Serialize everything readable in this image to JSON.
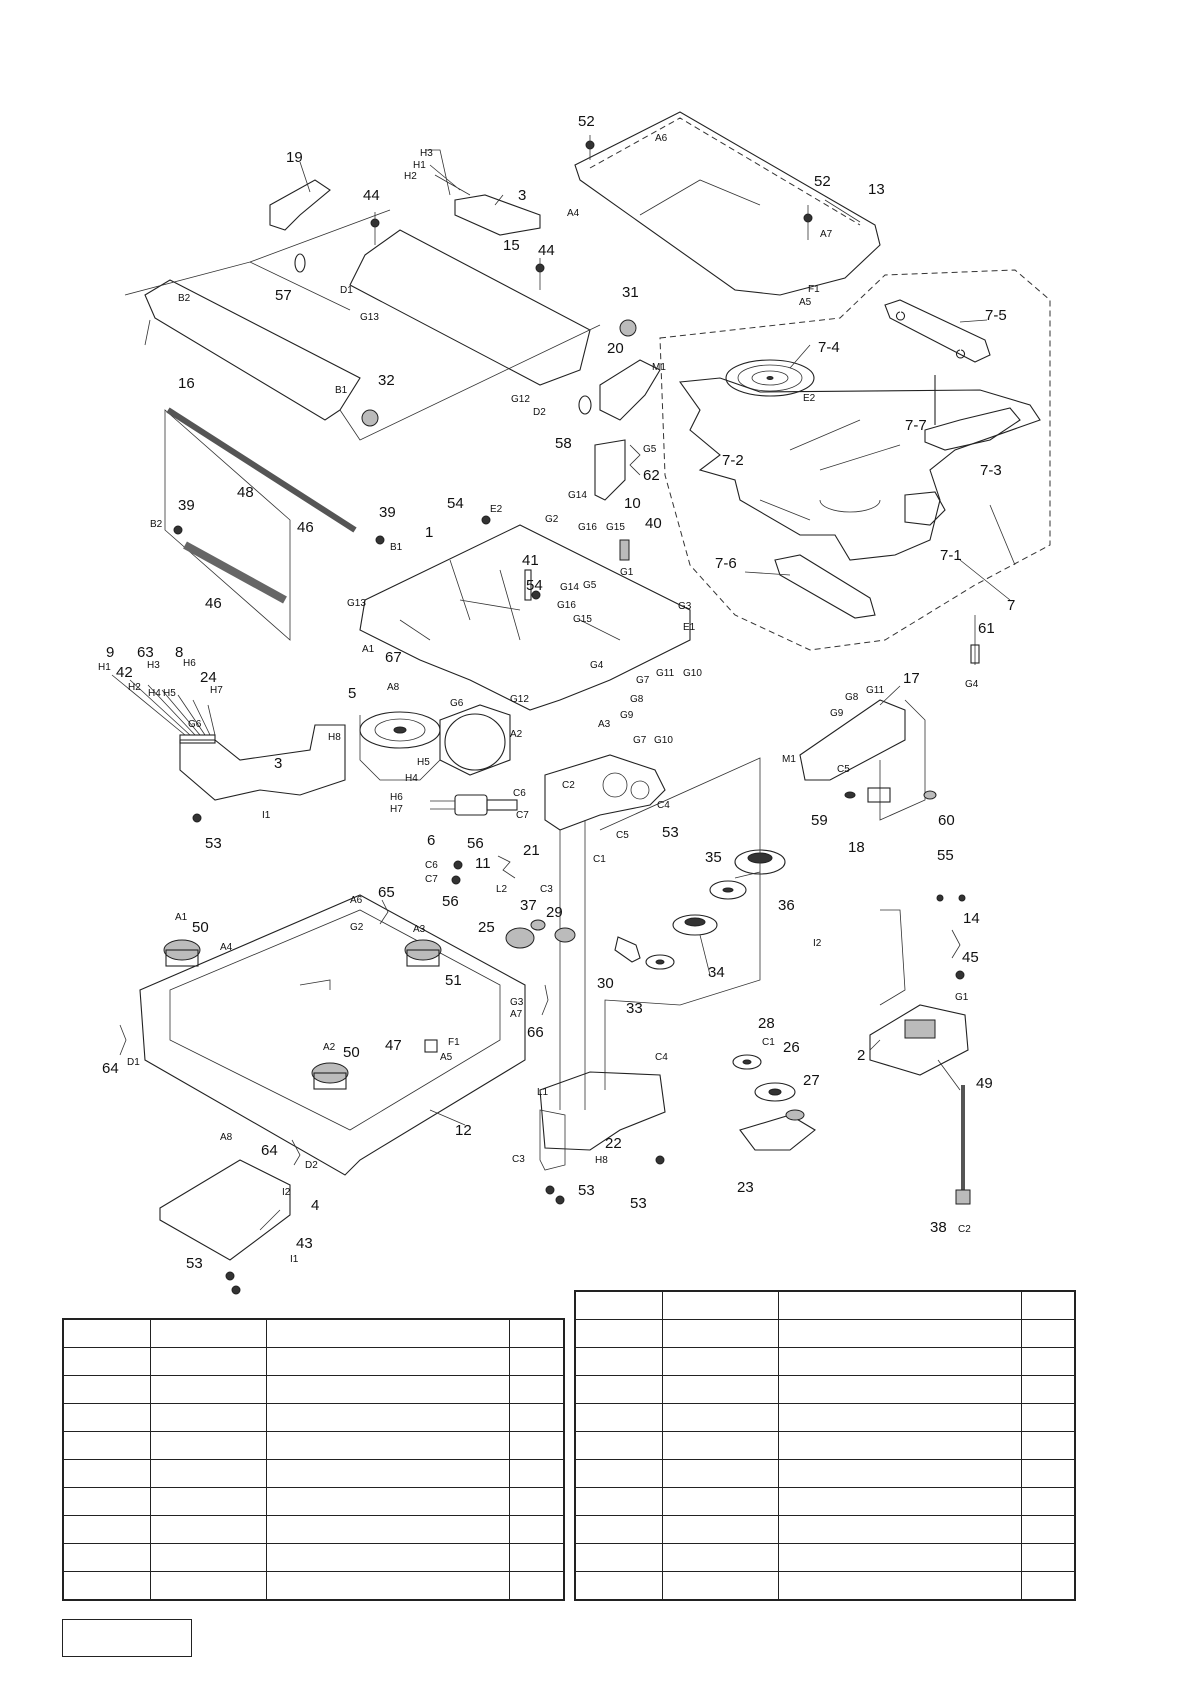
{
  "callouts": [
    {
      "id": "c19",
      "text": "19"
    },
    {
      "id": "c3a",
      "text": "3"
    },
    {
      "id": "c44a",
      "text": "44"
    },
    {
      "id": "c44b",
      "text": "44"
    },
    {
      "id": "c15",
      "text": "15"
    },
    {
      "id": "c57",
      "text": "57"
    },
    {
      "id": "c31",
      "text": "31"
    },
    {
      "id": "c16",
      "text": "16"
    },
    {
      "id": "c32",
      "text": "32"
    },
    {
      "id": "c20",
      "text": "20"
    },
    {
      "id": "c58",
      "text": "58"
    },
    {
      "id": "c48",
      "text": "48"
    },
    {
      "id": "c46a",
      "text": "46"
    },
    {
      "id": "c46b",
      "text": "46"
    },
    {
      "id": "c39a",
      "text": "39"
    },
    {
      "id": "c39b",
      "text": "39"
    },
    {
      "id": "c52a",
      "text": "52"
    },
    {
      "id": "c52b",
      "text": "52"
    },
    {
      "id": "c13",
      "text": "13"
    },
    {
      "id": "c7_5",
      "text": "7-5"
    },
    {
      "id": "c7_4",
      "text": "7-4"
    },
    {
      "id": "c7_7",
      "text": "7-7"
    },
    {
      "id": "c7_2",
      "text": "7-2"
    },
    {
      "id": "c7_3",
      "text": "7-3"
    },
    {
      "id": "c7_1",
      "text": "7-1"
    },
    {
      "id": "c7_6",
      "text": "7-6"
    },
    {
      "id": "c7",
      "text": "7"
    },
    {
      "id": "c61",
      "text": "61"
    },
    {
      "id": "c62",
      "text": "62"
    },
    {
      "id": "c10",
      "text": "10"
    },
    {
      "id": "c40",
      "text": "40"
    },
    {
      "id": "c54a",
      "text": "54"
    },
    {
      "id": "c54b",
      "text": "54"
    },
    {
      "id": "c1",
      "text": "1"
    },
    {
      "id": "c41",
      "text": "41"
    },
    {
      "id": "c67",
      "text": "67"
    },
    {
      "id": "c5",
      "text": "5"
    },
    {
      "id": "c9",
      "text": "9"
    },
    {
      "id": "c42",
      "text": "42"
    },
    {
      "id": "c63",
      "text": "63"
    },
    {
      "id": "c8",
      "text": "8"
    },
    {
      "id": "c24",
      "text": "24"
    },
    {
      "id": "c3b",
      "text": "3"
    },
    {
      "id": "c53a",
      "text": "53"
    },
    {
      "id": "c6",
      "text": "6"
    },
    {
      "id": "c21",
      "text": "21"
    },
    {
      "id": "c11",
      "text": "11"
    },
    {
      "id": "c56a",
      "text": "56"
    },
    {
      "id": "c56b",
      "text": "56"
    },
    {
      "id": "c53b",
      "text": "53"
    },
    {
      "id": "c17",
      "text": "17"
    },
    {
      "id": "c59",
      "text": "59"
    },
    {
      "id": "c18",
      "text": "18"
    },
    {
      "id": "c60",
      "text": "60"
    },
    {
      "id": "c35",
      "text": "35"
    },
    {
      "id": "c36",
      "text": "36"
    },
    {
      "id": "c37",
      "text": "37"
    },
    {
      "id": "c29",
      "text": "29"
    },
    {
      "id": "c25",
      "text": "25"
    },
    {
      "id": "c30",
      "text": "30"
    },
    {
      "id": "c33",
      "text": "33"
    },
    {
      "id": "c34",
      "text": "34"
    },
    {
      "id": "c55",
      "text": "55"
    },
    {
      "id": "c14",
      "text": "14"
    },
    {
      "id": "c45",
      "text": "45"
    },
    {
      "id": "c65",
      "text": "65"
    },
    {
      "id": "c50a",
      "text": "50"
    },
    {
      "id": "c51",
      "text": "51"
    },
    {
      "id": "c66",
      "text": "66"
    },
    {
      "id": "c47",
      "text": "47"
    },
    {
      "id": "c50b",
      "text": "50"
    },
    {
      "id": "c64a",
      "text": "64"
    },
    {
      "id": "c64b",
      "text": "64"
    },
    {
      "id": "c12",
      "text": "12"
    },
    {
      "id": "c4",
      "text": "4"
    },
    {
      "id": "c43",
      "text": "43"
    },
    {
      "id": "c53c",
      "text": "53"
    },
    {
      "id": "c28",
      "text": "28"
    },
    {
      "id": "c26",
      "text": "26"
    },
    {
      "id": "c27",
      "text": "27"
    },
    {
      "id": "c2",
      "text": "2"
    },
    {
      "id": "c49",
      "text": "49"
    },
    {
      "id": "c23",
      "text": "23"
    },
    {
      "id": "c22",
      "text": "22"
    },
    {
      "id": "c53d",
      "text": "53"
    },
    {
      "id": "c53e",
      "text": "53"
    },
    {
      "id": "c38",
      "text": "38"
    }
  ],
  "refs": [
    {
      "id": "rH3a",
      "text": "H3"
    },
    {
      "id": "rH1a",
      "text": "H1"
    },
    {
      "id": "rH2a",
      "text": "H2"
    },
    {
      "id": "rB2a",
      "text": "B2"
    },
    {
      "id": "rD1a",
      "text": "D1"
    },
    {
      "id": "rG13a",
      "text": "G13"
    },
    {
      "id": "rB1a",
      "text": "B1"
    },
    {
      "id": "rG12a",
      "text": "G12"
    },
    {
      "id": "rD2a",
      "text": "D2"
    },
    {
      "id": "rM1a",
      "text": "M1"
    },
    {
      "id": "rA6a",
      "text": "A6"
    },
    {
      "id": "rA4a",
      "text": "A4"
    },
    {
      "id": "rA7a",
      "text": "A7"
    },
    {
      "id": "rF1a",
      "text": "F1"
    },
    {
      "id": "rA5a",
      "text": "A5"
    },
    {
      "id": "rE2a",
      "text": "E2"
    },
    {
      "id": "rB2b",
      "text": "B2"
    },
    {
      "id": "rB1b",
      "text": "B1"
    },
    {
      "id": "rG5a",
      "text": "G5"
    },
    {
      "id": "rG14a",
      "text": "G14"
    },
    {
      "id": "rG16a",
      "text": "G16"
    },
    {
      "id": "rG15a",
      "text": "G15"
    },
    {
      "id": "rE2b",
      "text": "E2"
    },
    {
      "id": "rG2a",
      "text": "G2"
    },
    {
      "id": "rG1a",
      "text": "G1"
    },
    {
      "id": "rG14b",
      "text": "G14"
    },
    {
      "id": "rG5b",
      "text": "G5"
    },
    {
      "id": "rG16b",
      "text": "G16"
    },
    {
      "id": "rG15b",
      "text": "G15"
    },
    {
      "id": "rG13b",
      "text": "G13"
    },
    {
      "id": "rG3a",
      "text": "G3"
    },
    {
      "id": "rE1a",
      "text": "E1"
    },
    {
      "id": "rA1a",
      "text": "A1"
    },
    {
      "id": "rG4a",
      "text": "G4"
    },
    {
      "id": "rG7a",
      "text": "G7"
    },
    {
      "id": "rG11a",
      "text": "G11"
    },
    {
      "id": "rG10a",
      "text": "G10"
    },
    {
      "id": "rG8a",
      "text": "G8"
    },
    {
      "id": "rG9a",
      "text": "G9"
    },
    {
      "id": "rA8a",
      "text": "A8"
    },
    {
      "id": "rG6a",
      "text": "G6"
    },
    {
      "id": "rA3a",
      "text": "A3"
    },
    {
      "id": "rG12b",
      "text": "G12"
    },
    {
      "id": "rA2a",
      "text": "A2"
    },
    {
      "id": "rH5a",
      "text": "H5"
    },
    {
      "id": "rH4a",
      "text": "H4"
    },
    {
      "id": "rG4b",
      "text": "G4"
    },
    {
      "id": "rH1b",
      "text": "H1"
    },
    {
      "id": "rH2b",
      "text": "H2"
    },
    {
      "id": "rH3b",
      "text": "H3"
    },
    {
      "id": "rH4b",
      "text": "H4"
    },
    {
      "id": "rH5b",
      "text": "H5"
    },
    {
      "id": "rH6a",
      "text": "H6"
    },
    {
      "id": "rH7a",
      "text": "H7"
    },
    {
      "id": "rG6b",
      "text": "G6"
    },
    {
      "id": "rH8a",
      "text": "H8"
    },
    {
      "id": "rI1a",
      "text": "I1"
    },
    {
      "id": "rH6b",
      "text": "H6"
    },
    {
      "id": "rH7b",
      "text": "H7"
    },
    {
      "id": "rC6a",
      "text": "C6"
    },
    {
      "id": "rC7a",
      "text": "C7"
    },
    {
      "id": "rC2a",
      "text": "C2"
    },
    {
      "id": "rG7b",
      "text": "G7"
    },
    {
      "id": "rG10b",
      "text": "G10"
    },
    {
      "id": "rC4a",
      "text": "C4"
    },
    {
      "id": "rC5a",
      "text": "C5"
    },
    {
      "id": "rC1a",
      "text": "C1"
    },
    {
      "id": "rC3a",
      "text": "C3"
    },
    {
      "id": "rL2a",
      "text": "L2"
    },
    {
      "id": "rC6b",
      "text": "C6"
    },
    {
      "id": "rC7b",
      "text": "C7"
    },
    {
      "id": "rG8b",
      "text": "G8"
    },
    {
      "id": "rG11b",
      "text": "G11"
    },
    {
      "id": "rG9b",
      "text": "G9"
    },
    {
      "id": "rM1b",
      "text": "M1"
    },
    {
      "id": "rC5b",
      "text": "C5"
    },
    {
      "id": "rI2a",
      "text": "I2"
    },
    {
      "id": "rG1b",
      "text": "G1"
    },
    {
      "id": "rA6b",
      "text": "A6"
    },
    {
      "id": "rG2b",
      "text": "G2"
    },
    {
      "id": "rA1b",
      "text": "A1"
    },
    {
      "id": "rA4b",
      "text": "A4"
    },
    {
      "id": "rA3b",
      "text": "A3"
    },
    {
      "id": "rG3b",
      "text": "G3"
    },
    {
      "id": "rA7b",
      "text": "A7"
    },
    {
      "id": "rF1b",
      "text": "F1"
    },
    {
      "id": "rA5b",
      "text": "A5"
    },
    {
      "id": "rA2b",
      "text": "A2"
    },
    {
      "id": "rD1b",
      "text": "D1"
    },
    {
      "id": "rA8b",
      "text": "A8"
    },
    {
      "id": "rD2b",
      "text": "D2"
    },
    {
      "id": "rI2b",
      "text": "I2"
    },
    {
      "id": "rI1b",
      "text": "I1"
    },
    {
      "id": "rC1b",
      "text": "C1"
    },
    {
      "id": "rC4b",
      "text": "C4"
    },
    {
      "id": "rL1a",
      "text": "L1"
    },
    {
      "id": "rC3b",
      "text": "C3"
    },
    {
      "id": "rH8b",
      "text": "H8"
    },
    {
      "id": "rC2b",
      "text": "C2"
    }
  ],
  "tables": {
    "left": {
      "rows": 10,
      "cols": 4
    },
    "right": {
      "rows": 11,
      "cols": 4
    }
  }
}
